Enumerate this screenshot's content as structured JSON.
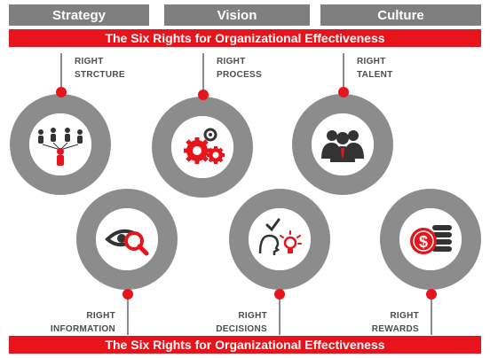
{
  "tabs": [
    "Strategy",
    "Vision",
    "Culture"
  ],
  "banner_text": "The Six Rights for Organizational Effectiveness",
  "items": [
    {
      "line1": "RIGHT",
      "line2": "STRCTURE",
      "icon": "org-structure-icon"
    },
    {
      "line1": "RIGHT",
      "line2": "PROCESS",
      "icon": "gears-icon"
    },
    {
      "line1": "RIGHT",
      "line2": "TALENT",
      "icon": "team-icon"
    },
    {
      "line1": "RIGHT",
      "line2": "INFORMATION",
      "icon": "eye-magnifier-icon"
    },
    {
      "line1": "RIGHT",
      "line2": "DECISIONS",
      "icon": "decision-lightbulb-icon"
    },
    {
      "line1": "RIGHT",
      "line2": "REWARDS",
      "icon": "coins-icon"
    }
  ],
  "colors": {
    "accent": "#e8141c",
    "ring": "#8c8c8c",
    "tab": "#7f7f7f",
    "text": "#4d4d4d"
  }
}
